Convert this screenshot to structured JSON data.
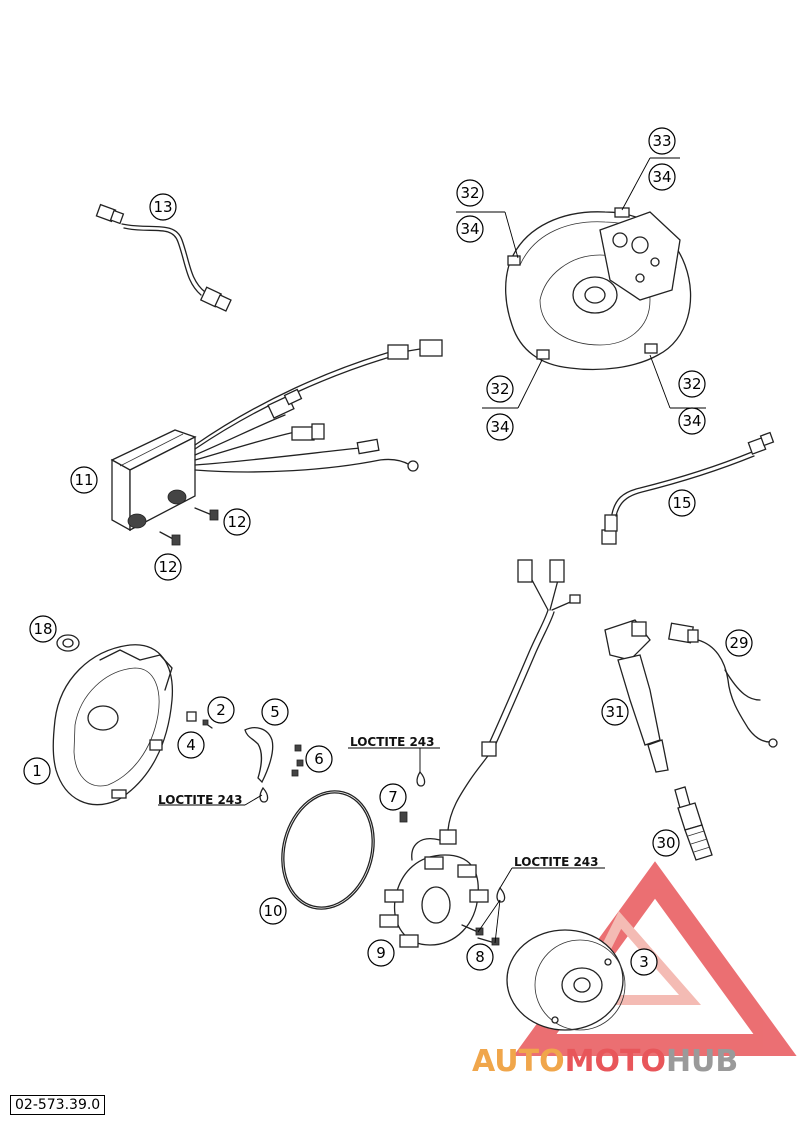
{
  "callouts": {
    "c1": "1",
    "c2": "2",
    "c3": "3",
    "c4": "4",
    "c5": "5",
    "c6": "6",
    "c7": "7",
    "c8": "8",
    "c9": "9",
    "c10": "10",
    "c11": "11",
    "c12a": "12",
    "c12b": "12",
    "c13": "13",
    "c15": "15",
    "c18": "18",
    "c29": "29",
    "c30": "30",
    "c31": "31",
    "c32a": "32",
    "c34a": "34",
    "c33": "33",
    "c34b": "34",
    "c32b": "32",
    "c34c": "34",
    "c32c": "32",
    "c34d": "34"
  },
  "labels": {
    "loctite_1": "LOCTITE 243",
    "loctite_2": "LOCTITE 243",
    "loctite_3": "LOCTITE 243"
  },
  "part_code": "02-573.39.0",
  "watermark": {
    "part1": "AUTO",
    "part2": "MOTO",
    "part3": "HUB"
  },
  "colors": {
    "watermark_orange": "#f0a64b",
    "watermark_red": "#e8565a",
    "watermark_grey": "#9a9a9a"
  }
}
